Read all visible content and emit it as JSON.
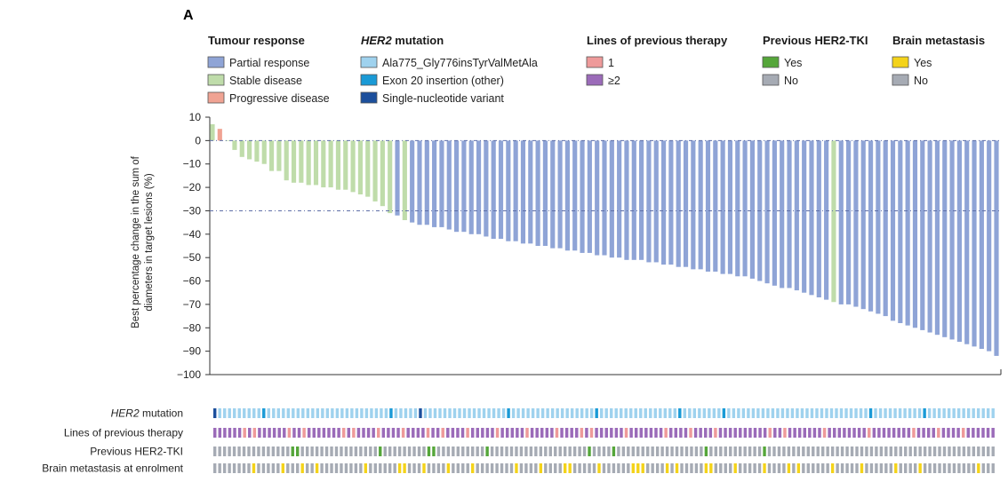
{
  "panel_label": "A",
  "legend": {
    "groups": [
      {
        "title": "Tumour response",
        "italic": false,
        "items": [
          {
            "label": "Partial response",
            "color": "#8fa4d6"
          },
          {
            "label": "Stable disease",
            "color": "#bfdcaa"
          },
          {
            "label": "Progressive disease",
            "color": "#f0a393"
          }
        ]
      },
      {
        "title": "HER2",
        "title_suffix": " mutation",
        "italic": true,
        "items": [
          {
            "label": "Ala775_Gly776insTyrValMetAla",
            "color": "#9fd2ee"
          },
          {
            "label": "Exon 20 insertion (other)",
            "color": "#1a9ad6"
          },
          {
            "label": "Single-nucleotide variant",
            "color": "#1c4f9c"
          }
        ]
      },
      {
        "title": "Lines of previous therapy",
        "italic": false,
        "items": [
          {
            "label": "1",
            "color": "#ee9a9a"
          },
          {
            "label": "≥2",
            "color": "#9b6bb9"
          }
        ]
      },
      {
        "title": "Previous HER2-TKI",
        "italic": false,
        "items": [
          {
            "label": "Yes",
            "color": "#55a63a"
          },
          {
            "label": "No",
            "color": "#a6abb4"
          }
        ]
      },
      {
        "title": "Brain metastasis",
        "italic": false,
        "items": [
          {
            "label": "Yes",
            "color": "#f4d31a"
          },
          {
            "label": "No",
            "color": "#a6abb4"
          }
        ]
      }
    ]
  },
  "chart_data": {
    "type": "bar",
    "ylabel_line1": "Best percentage change in the sum of",
    "ylabel_line2": "diameters in target lesions (%)",
    "ylim": [
      -100,
      10
    ],
    "yticks": [
      10,
      0,
      -10,
      -20,
      -30,
      -40,
      -50,
      -60,
      -70,
      -80,
      -90,
      -100
    ],
    "ytick_labels": [
      "10",
      "0",
      "−10",
      "−20",
      "−30",
      "−40",
      "−50",
      "−60",
      "−70",
      "−80",
      "−90",
      "−100"
    ],
    "reference_lines": [
      0,
      -30
    ],
    "response_colors": {
      "PR": "#8fa4d6",
      "SD": "#bfdcaa",
      "PD": "#f0a393"
    },
    "values": [
      7,
      5,
      0,
      -4,
      -7,
      -8,
      -9,
      -10,
      -13,
      -13,
      -17,
      -18,
      -18,
      -19,
      -19,
      -20,
      -20,
      -21,
      -21,
      -22,
      -23,
      -24,
      -26,
      -28,
      -31,
      -32,
      -34,
      -35,
      -36,
      -36,
      -37,
      -37,
      -38,
      -39,
      -39,
      -40,
      -40,
      -41,
      -42,
      -42,
      -43,
      -43,
      -44,
      -44,
      -45,
      -45,
      -46,
      -46,
      -47,
      -47,
      -48,
      -48,
      -49,
      -49,
      -50,
      -50,
      -51,
      -51,
      -51,
      -52,
      -52,
      -53,
      -53,
      -54,
      -54,
      -55,
      -55,
      -56,
      -56,
      -57,
      -57,
      -58,
      -58,
      -59,
      -60,
      -61,
      -62,
      -63,
      -63,
      -64,
      -65,
      -66,
      -67,
      -68,
      -69,
      -70,
      -70,
      -71,
      -72,
      -73,
      -74,
      -75,
      -77,
      -78,
      -79,
      -80,
      -81,
      -82,
      -83,
      -84,
      -85,
      -86,
      -87,
      -88,
      -89,
      -90,
      -92
    ],
    "response": [
      "SD",
      "PD",
      "SD",
      "SD",
      "SD",
      "SD",
      "SD",
      "SD",
      "SD",
      "SD",
      "SD",
      "SD",
      "SD",
      "SD",
      "SD",
      "SD",
      "SD",
      "SD",
      "SD",
      "SD",
      "SD",
      "SD",
      "SD",
      "SD",
      "SD",
      "PR",
      "SD",
      "PR",
      "PR",
      "PR",
      "PR",
      "PR",
      "PR",
      "PR",
      "PR",
      "PR",
      "PR",
      "PR",
      "PR",
      "PR",
      "PR",
      "PR",
      "PR",
      "PR",
      "PR",
      "PR",
      "PR",
      "PR",
      "PR",
      "PR",
      "PR",
      "PR",
      "PR",
      "PR",
      "PR",
      "PR",
      "PR",
      "PR",
      "PR",
      "PR",
      "PR",
      "PR",
      "PR",
      "PR",
      "PR",
      "PR",
      "PR",
      "PR",
      "PR",
      "PR",
      "PR",
      "PR",
      "PR",
      "PR",
      "PR",
      "PR",
      "PR",
      "PR",
      "PR",
      "PR",
      "PR",
      "PR",
      "PR",
      "PR",
      "SD",
      "PR",
      "PR",
      "PR",
      "PR",
      "PR",
      "PR",
      "PR",
      "PR",
      "PR",
      "PR",
      "PR",
      "PR",
      "PR",
      "PR",
      "PR",
      "PR",
      "PR",
      "PR",
      "PR",
      "PR",
      "PR",
      "PR"
    ]
  },
  "tracks": [
    {
      "label": "HER2 mutation",
      "label_italic_part": "HER2",
      "label_rest": " mutation",
      "colors": {
        "A": "#9fd2ee",
        "E": "#1a9ad6",
        "S": "#1c4f9c"
      },
      "sequence": "SAAAAAAAAAEAAAAAAAAAAAAAAAAAAAAAAAAAEAAAAASAAAAAAAAAAAAAAAAAEAAAAAAAAAAAAAAAAAEAAAAAAAAAAAAAAAAEAAAAAAAAEAAAAAAAAAAAAAAAAAAAAAAAAAAAAAEAAAAAAAAAAEAAAAAAAAAAAAAA"
    },
    {
      "label": "Lines of previous therapy",
      "colors": {
        "1": "#ee9a9a",
        "2": "#9b6bb9"
      },
      "sequence": "22222212122222212212222222121222212222122221221222212222212222212222212222121222222122222221222212222122222222221221222222212222222212222222212222122221222222"
    },
    {
      "label": "Previous HER2-TKI",
      "colors": {
        "Y": "#55a63a",
        "N": "#a6abb4"
      },
      "sequence": "NNNNNNNNNNNNNNNNYYNNNNNNNNNNNNNNNNYNNNNNNNNNYYNNNNNNNNNNYNNNNNNNNNNNNNNNNNNNNYNNNNYNNNNNNNNNNNNNNNNNNYNNNNNNNNNNNYNNNNNNNNNNNNNNNNNNNNNNNNNNNNNNNNNNNNNNNNNNNNNNN"
    },
    {
      "label": "Brain metastasis at enrolment",
      "colors": {
        "Y": "#f4d31a",
        "N": "#a6abb4"
      },
      "sequence": "NNNNNNNNYNNNNNYNNNYNNYNNNNNNNNNYNNNNNNYYNNNYNNNNYNNNNYNNNNNNNNYNNNNYNNNNYYNNNNNYNNNNNNYYYNNNNYNYNNNNNYYNNNNYNNNNNYNNNNYNYNNNNNNYNNNNNYNNNNNNYNNNNYNNNNNNNNNNNYNNN"
    }
  ]
}
